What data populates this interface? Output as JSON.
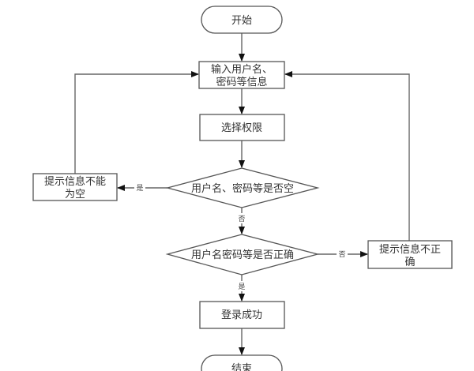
{
  "diagram": {
    "type": "flowchart",
    "nodes": {
      "start": {
        "kind": "terminal",
        "text": "开始"
      },
      "input": {
        "kind": "process",
        "lines": [
          "输入用户名、",
          "密码等信息"
        ]
      },
      "select": {
        "kind": "process",
        "text": "选择权限"
      },
      "check_empty": {
        "kind": "decision",
        "text": "用户名、密码等是否空"
      },
      "empty_msg": {
        "kind": "process",
        "lines": [
          "提示信息不能",
          "为空"
        ]
      },
      "check_correct": {
        "kind": "decision",
        "text": "用户名密码等是否正确"
      },
      "wrong_msg": {
        "kind": "process",
        "lines": [
          "提示信息不正",
          "确"
        ]
      },
      "success": {
        "kind": "process",
        "text": "登录成功"
      },
      "end": {
        "kind": "terminal",
        "text": "结束"
      }
    },
    "edges": {
      "start_to_input": {
        "from": "start",
        "to": "input",
        "label": ""
      },
      "input_to_select": {
        "from": "input",
        "to": "select",
        "label": ""
      },
      "select_to_check_empty": {
        "from": "select",
        "to": "check_empty",
        "label": ""
      },
      "check_empty_yes": {
        "from": "check_empty",
        "to": "empty_msg",
        "label": "是"
      },
      "check_empty_no": {
        "from": "check_empty",
        "to": "check_correct",
        "label": "否"
      },
      "check_correct_no": {
        "from": "check_correct",
        "to": "wrong_msg",
        "label": "否"
      },
      "check_correct_yes": {
        "from": "check_correct",
        "to": "success",
        "label": "是"
      },
      "empty_msg_loop": {
        "from": "empty_msg",
        "to": "input",
        "label": ""
      },
      "wrong_msg_loop": {
        "from": "wrong_msg",
        "to": "input",
        "label": ""
      },
      "success_to_end": {
        "from": "success",
        "to": "end",
        "label": ""
      }
    }
  }
}
